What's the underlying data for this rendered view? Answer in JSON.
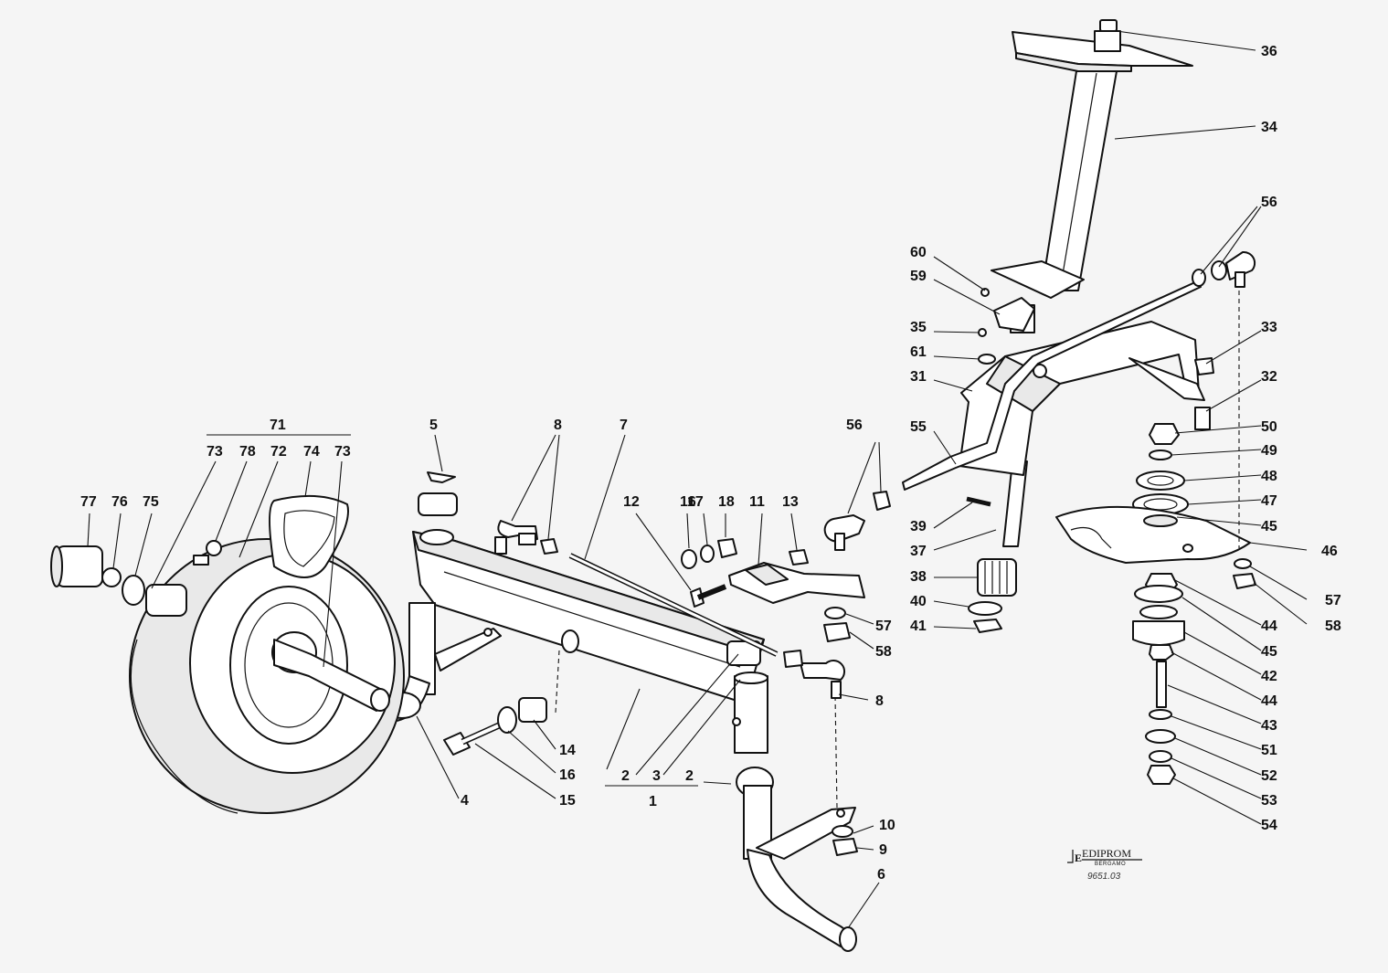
{
  "labels": {
    "p36": "36",
    "p34": "34",
    "p56a": "56",
    "p60": "60",
    "p59": "59",
    "p35": "35",
    "p61": "61",
    "p33": "33",
    "p31": "31",
    "p32": "32",
    "p50": "50",
    "p49": "49",
    "p48": "48",
    "p55": "55",
    "p47": "47",
    "p45a": "45",
    "p46": "46",
    "p39": "39",
    "p37": "37",
    "p38": "38",
    "p57a": "57",
    "p40": "40",
    "p58a": "58",
    "p41": "41",
    "p44a": "44",
    "p45b": "45",
    "p42": "42",
    "p44b": "44",
    "p43": "43",
    "p51": "51",
    "p52": "52",
    "p53": "53",
    "p54": "54",
    "p71": "71",
    "p73a": "73",
    "p78": "78",
    "p72": "72",
    "p74": "74",
    "p73b": "73",
    "p77": "77",
    "p76": "76",
    "p75": "75",
    "p5": "5",
    "p8a": "8",
    "p7": "7",
    "p56b": "56",
    "p12": "12",
    "p16a": "16",
    "p17": "17",
    "p18": "18",
    "p11": "11",
    "p13": "13",
    "p57b": "57",
    "p58b": "58",
    "p8b": "8",
    "p14": "14",
    "p16b": "16",
    "p15": "15",
    "p4": "4",
    "p2a": "2",
    "p3": "3",
    "p2b": "2",
    "p1": "1",
    "p10": "10",
    "p9": "9",
    "p6": "6"
  },
  "brand": {
    "name": "EDIPROM",
    "city": "BERGAMO",
    "code": "9651.03"
  }
}
